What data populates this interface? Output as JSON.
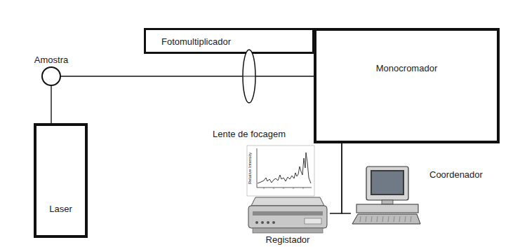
{
  "diagram": {
    "nodes": [
      {
        "text": [
          "Fotomultiplicador"
        ]
      },
      {
        "text": [
          "Monocromador"
        ]
      },
      {
        "text": [
          "Amostra"
        ]
      },
      {
        "text": [
          "Lente de focagem"
        ]
      },
      {
        "text": [
          "Laser"
        ]
      },
      {
        "text": [
          "Registador"
        ]
      },
      {
        "text": [
          "Coordenador"
        ]
      }
    ],
    "edges": [
      {
        "from": 4,
        "to": 2,
        "arrow": "none"
      },
      {
        "from": 2,
        "to": 3,
        "arrow": "none"
      },
      {
        "from": 3,
        "to": 1,
        "arrow": "none"
      },
      {
        "from": 1,
        "to": 5,
        "arrow": "none"
      },
      {
        "from": 1,
        "to": 6,
        "arrow": "none"
      }
    ],
    "labels": [
      "Relative Intensity"
    ]
  }
}
